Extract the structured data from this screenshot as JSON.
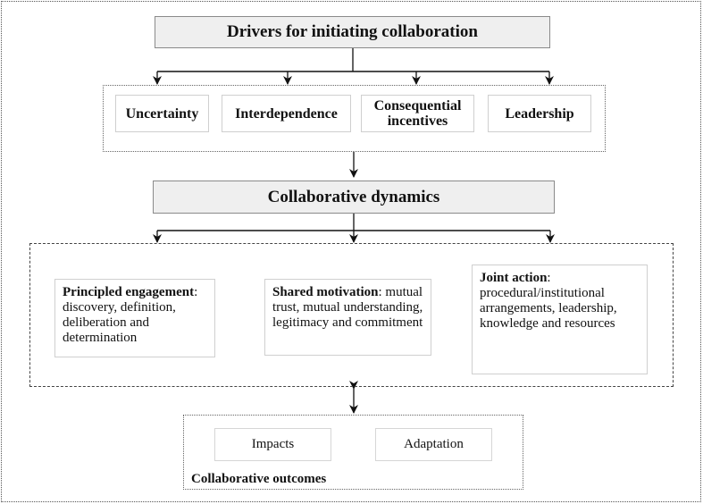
{
  "drivers": {
    "title": "Drivers for initiating collaboration",
    "items": [
      {
        "label": "Uncertainty"
      },
      {
        "label": "Interdependence"
      },
      {
        "label": "Consequential incentives"
      },
      {
        "label": "Leadership"
      }
    ]
  },
  "dynamics": {
    "title": "Collaborative dynamics",
    "items": [
      {
        "heading": "Principled engagement",
        "suffix": ":",
        "text": "discovery, definition, deliberation and determination"
      },
      {
        "heading": "Shared motivation",
        "suffix": ":",
        "text": "mutual trust, mutual understanding, legitimacy and commitment"
      },
      {
        "heading": "Joint action",
        "suffix": ":",
        "text": "procedural/institutional arrangements, leadership, knowledge and resources"
      }
    ]
  },
  "outcomes": {
    "label": "Collaborative outcomes",
    "items": [
      {
        "label": "Impacts"
      },
      {
        "label": "Adaptation"
      }
    ]
  }
}
